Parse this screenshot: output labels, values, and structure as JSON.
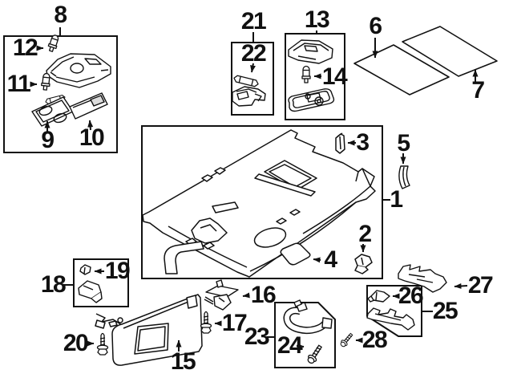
{
  "diagram": {
    "background_color": "#ffffff",
    "line_color": "#111111",
    "callouts": {
      "c1": "1",
      "c2": "2",
      "c3": "3",
      "c4": "4",
      "c5": "5",
      "c6": "6",
      "c7": "7",
      "c8": "8",
      "c9": "9",
      "c10": "10",
      "c11": "11",
      "c12": "12",
      "c13": "13",
      "c14": "14",
      "c15": "15",
      "c16": "16",
      "c17": "17",
      "c18": "18",
      "c19": "19",
      "c20": "20",
      "c21": "21",
      "c22": "22",
      "c23": "23",
      "c24": "24",
      "c25": "25",
      "c26": "26",
      "c27": "27",
      "c28": "28"
    },
    "parts": {
      "c1": "headliner-panel",
      "c2": "retainer-clip",
      "c3": "retainer-clip",
      "c4": "pad",
      "c5": "corner-molding",
      "c6": "insulator-sheet",
      "c7": "insulator-sheet",
      "c8": "overhead-console",
      "c9": "lamp-lens",
      "c10": "lamp-lens",
      "c11": "bulb",
      "c12": "bulb",
      "c13": "dome-lamp",
      "c14": "bulb",
      "c15": "sun-visor",
      "c16": "visor-support-bracket",
      "c17": "screw",
      "c18": "visor-clip",
      "c19": "clip",
      "c20": "screw",
      "c21": "map-lamp",
      "c22": "festoon-bulb",
      "c23": "grab-handle",
      "c24": "screw",
      "c25": "bracket-rail",
      "c26": "clip",
      "c27": "roof-bracket",
      "c28": "screw"
    }
  }
}
